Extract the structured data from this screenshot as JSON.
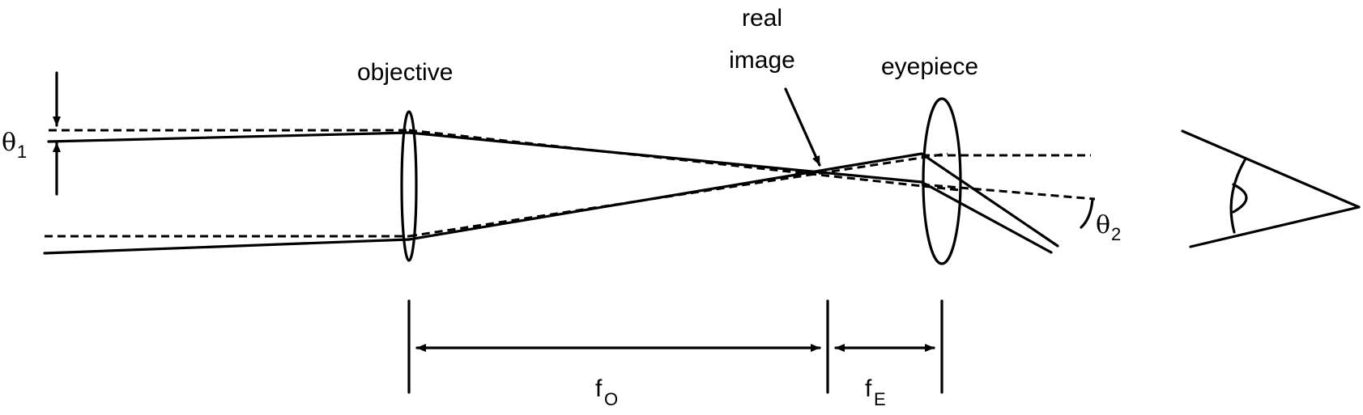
{
  "labels": {
    "objective": "objective",
    "real_image_line1": "real",
    "real_image_line2": "image",
    "eyepiece": "eyepiece",
    "theta1_symbol": "θ",
    "theta1_sub": "1",
    "theta2_symbol": "θ",
    "theta2_sub": "2",
    "fo_symbol": "f",
    "fo_sub": "O",
    "fe_symbol": "f",
    "fe_sub": "E"
  }
}
